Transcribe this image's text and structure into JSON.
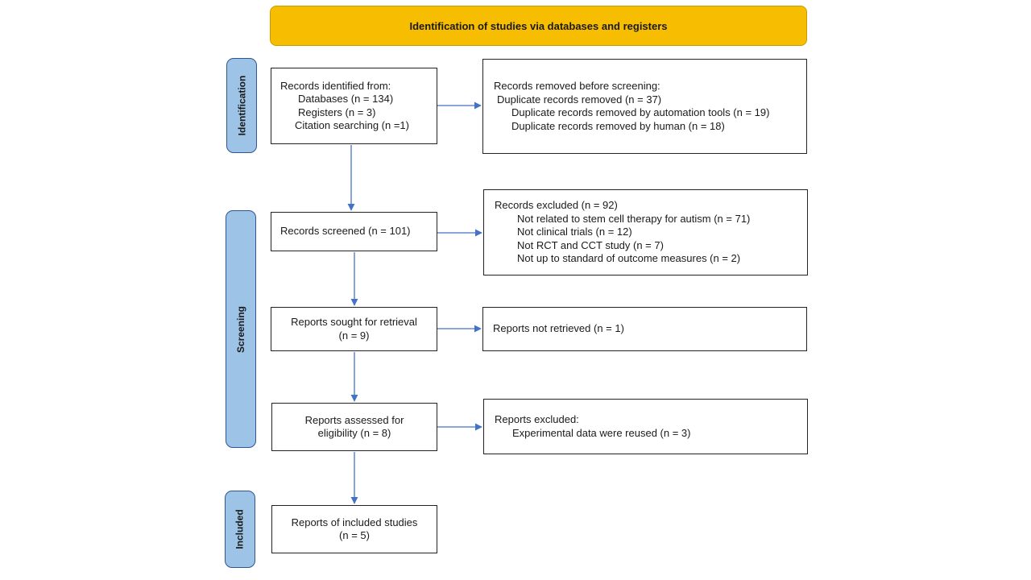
{
  "header": {
    "title": "Identification of studies via databases and registers"
  },
  "phases": {
    "identification": "Identification",
    "screening": "Screening",
    "included": "Included"
  },
  "identified": {
    "heading": "Records identified from:",
    "databases": "Databases (n = 134)",
    "registers": "Registers (n = 3)",
    "citation": "Citation searching (n =1)"
  },
  "removed": {
    "heading": "Records removed before screening:",
    "duplicates": "Duplicate records removed (n = 37)",
    "by_tools": "Duplicate records removed by automation tools (n = 19)",
    "by_human": "Duplicate records removed by human (n = 18)"
  },
  "screened": {
    "label": "Records screened (n = 101)"
  },
  "excluded": {
    "heading": "Records excluded (n = 92)",
    "reasons": [
      "Not related to stem cell therapy for autism (n = 71)",
      "Not clinical trials (n = 12)",
      "Not RCT and CCT study (n = 7)",
      "Not up to standard of outcome measures (n = 2)"
    ]
  },
  "sought": {
    "line1": "Reports sought for retrieval",
    "line2": "(n = 9)"
  },
  "not_retrieved": {
    "label": "Reports not retrieved (n = 1)"
  },
  "assessed": {
    "line1": "Reports assessed for",
    "line2": "eligibility (n = 8)"
  },
  "reports_excluded": {
    "heading": "Reports excluded:",
    "reason": "Experimental data were reused (n = 3)"
  },
  "included": {
    "line1": "Reports of included studies",
    "line2": "(n = 5)"
  },
  "colors": {
    "header_fill": "#f7bd00",
    "phase_fill": "#9dc3e6",
    "arrow": "#4472c4"
  }
}
